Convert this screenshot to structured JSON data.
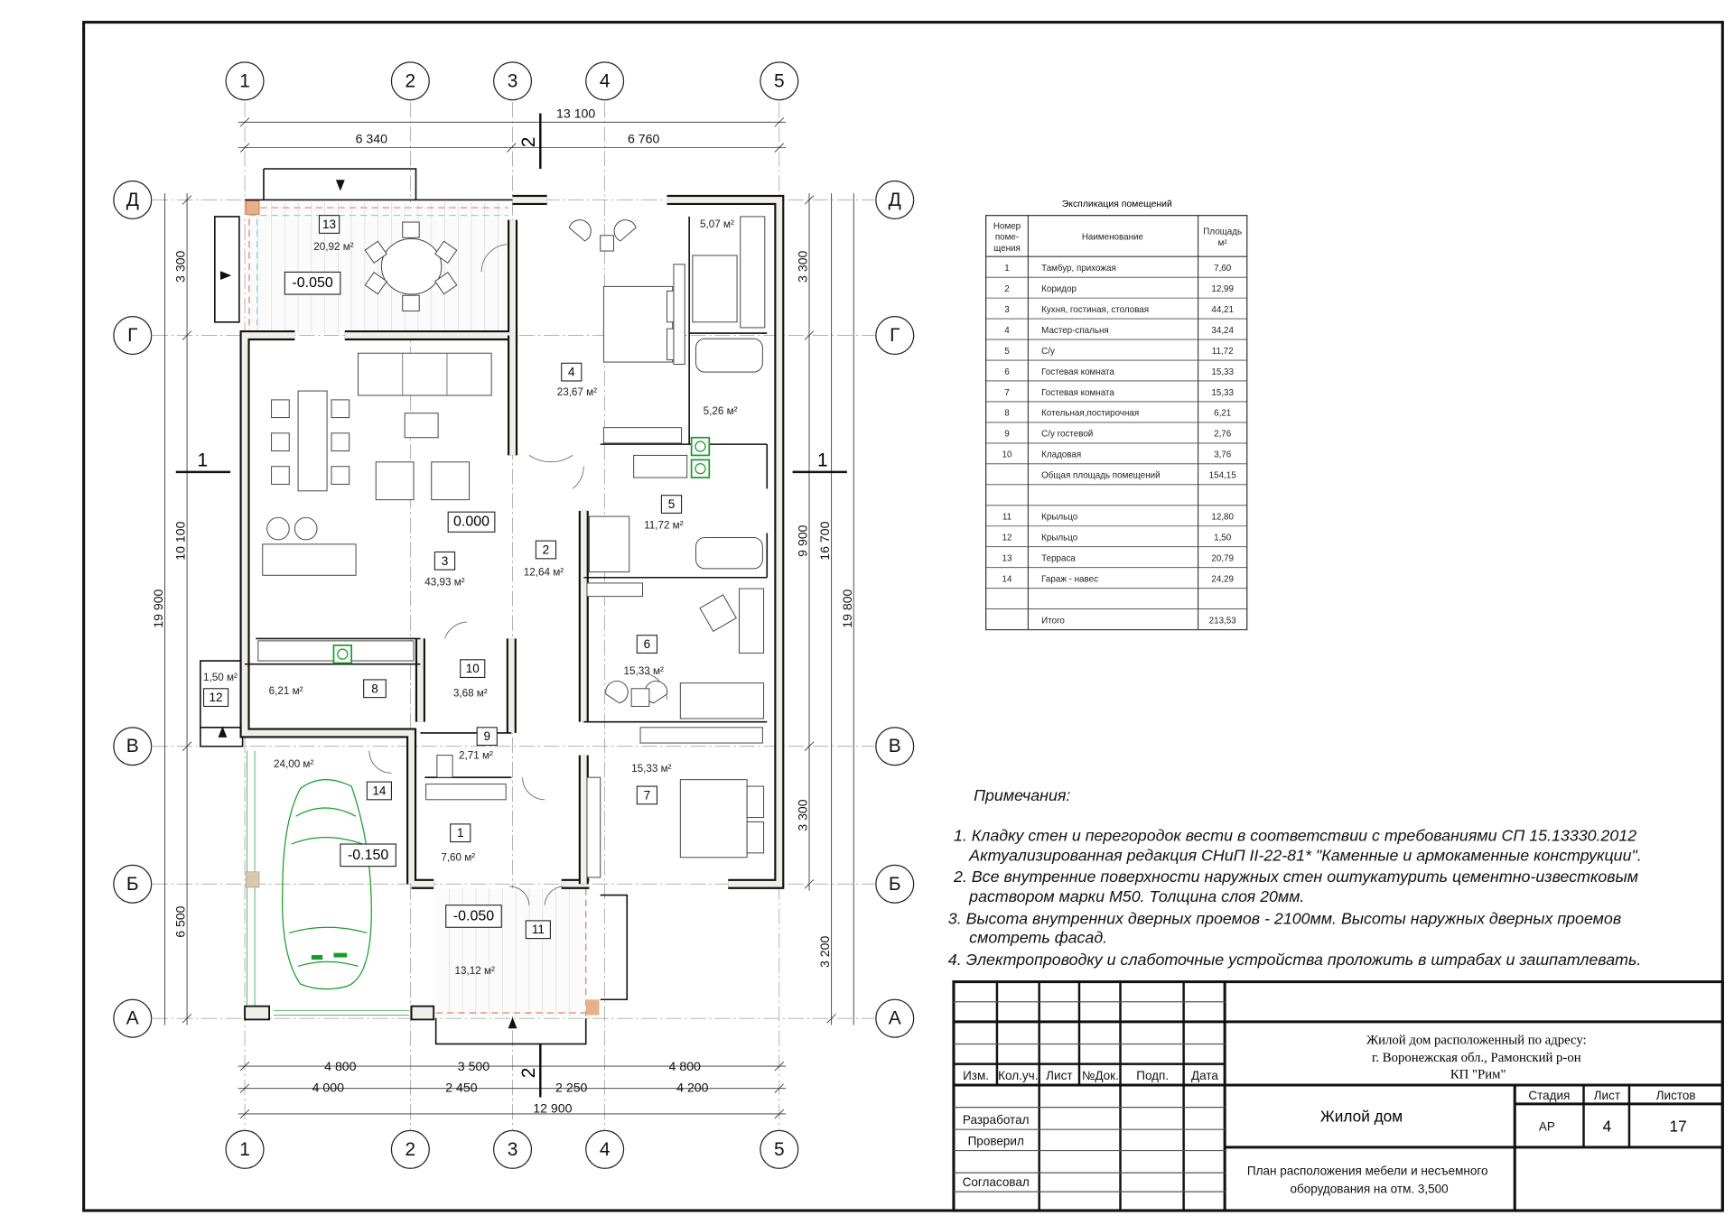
{
  "axes": {
    "columns": [
      "1",
      "2",
      "3",
      "4",
      "5"
    ],
    "rows": [
      "Д",
      "Г",
      "В",
      "Б",
      "А"
    ]
  },
  "sections": {
    "s1": "1",
    "s2": "2"
  },
  "dims": {
    "top_total": "13 100",
    "top": [
      "6 340",
      "6 760"
    ],
    "left": [
      "3 300",
      "10 100",
      "6 500"
    ],
    "left_total": "19 900",
    "right": [
      "3 300",
      "9 900",
      "3 300",
      "3 200"
    ],
    "right_mid": "16 700",
    "right_total": "19 800",
    "bottom_upper": [
      "4 800",
      "3 500",
      "4 800"
    ],
    "bottom_lower": [
      "4 000",
      "2 450",
      "2 250",
      "4 200"
    ],
    "bottom_total": "12 900"
  },
  "rooms": {
    "r13": {
      "num": "13",
      "area": "20,92 м²"
    },
    "r4": {
      "num": "4",
      "area": "23,67 м²"
    },
    "wardrobe": {
      "area": "5,07 м²"
    },
    "bath4": {
      "area": "5,26 м²"
    },
    "r5": {
      "num": "5",
      "area": "11,72 м²"
    },
    "r3": {
      "num": "3",
      "area": "43,93 м²"
    },
    "r2": {
      "num": "2",
      "area": "12,64 м²"
    },
    "r6": {
      "num": "6",
      "area": "15,33 м²"
    },
    "r7": {
      "num": "7",
      "area": "15,33 м²"
    },
    "r8": {
      "num": "8",
      "area": "6,21 м²"
    },
    "r10": {
      "num": "10",
      "area": "3,68 м²"
    },
    "r9": {
      "num": "9",
      "area": "2,71 м²"
    },
    "r12": {
      "num": "12",
      "area": "1,50 м²"
    },
    "r14": {
      "num": "14",
      "area": "24,00 м²"
    },
    "r1": {
      "num": "1",
      "area": "7,60 м²"
    },
    "r11": {
      "num": "11",
      "area": "13,12 м²"
    }
  },
  "elevations": {
    "terrace": "-0.050",
    "main": "0.000",
    "garage": "-0.150",
    "porch": "-0.050"
  },
  "explication": {
    "title": "Экспликация помещений",
    "headers": [
      "Номер поме-щения",
      "Наименование",
      "Площадь м²"
    ],
    "rows": [
      [
        "1",
        "Тамбур, прихожая",
        "7,60"
      ],
      [
        "2",
        "Коридор",
        "12,99"
      ],
      [
        "3",
        "Кухня, гостиная, столовая",
        "44,21"
      ],
      [
        "4",
        "Мастер-спальня",
        "34,24"
      ],
      [
        "5",
        "С/у",
        "11,72"
      ],
      [
        "6",
        "Гостевая комната",
        "15,33"
      ],
      [
        "7",
        "Гостевая комната",
        "15,33"
      ],
      [
        "8",
        "Котельная,постирочная",
        "6,21"
      ],
      [
        "9",
        "С/у гостевой",
        "2,76"
      ],
      [
        "10",
        "Кладовая",
        "3,76"
      ],
      [
        "",
        "Общая площадь помещений",
        "154,15"
      ],
      [
        "",
        "",
        ""
      ],
      [
        "11",
        "Крыльцо",
        "12,80"
      ],
      [
        "12",
        "Крыльцо",
        "1,50"
      ],
      [
        "13",
        "Терраса",
        "20,79"
      ],
      [
        "14",
        "Гараж - навес",
        "24,29"
      ],
      [
        "",
        "",
        ""
      ],
      [
        "",
        "Итого",
        "213,53"
      ]
    ]
  },
  "notes": {
    "heading": "Примечания:",
    "lines": [
      "1. Кладку стен и перегородок вести в соответствии с требованиями СП 15.13330.2012",
      "Актуализированная редакция СНиП II-22-81* \"Каменные и армокаменные конструкции\".",
      "2. Все внутренние поверхности наружных стен оштукатурить цементно-известковым",
      "раствором марки М50. Толщина слоя 20мм.",
      "3. Высота внутренних дверных проемов - 2100мм. Высоты наружных дверных проемов",
      "смотреть фасад.",
      "4. Электропроводку и слаботочные устройства проложить в штрабах и зашпатлевать."
    ]
  },
  "title_block": {
    "col_headers": [
      "Изм.",
      "Кол.уч.",
      "Лист",
      "№Док.",
      "Подп.",
      "Дата"
    ],
    "roles": [
      "Разработал",
      "Проверил",
      "Согласовал"
    ],
    "address": [
      "Жилой дом расположенный по адресу:",
      "г. Воронежская обл., Рамонский р-он",
      "КП \"Рим\""
    ],
    "object": "Жилой дом",
    "stage_label": "Стадия",
    "sheet_label": "Лист",
    "sheets_label": "Листов",
    "stage": "АР",
    "sheet": "4",
    "sheets": "17",
    "drawing_title": [
      "План расположения мебели и несъемного",
      "оборудования на отм. 3,500"
    ]
  },
  "colors": {
    "car": "#1a9a2a",
    "boiler": "#1a9a2a",
    "terrace_edge": "#e0603a"
  }
}
